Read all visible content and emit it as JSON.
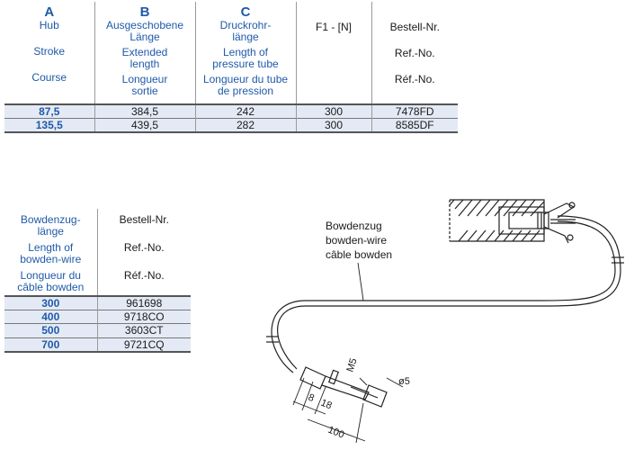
{
  "top_table": {
    "columns": [
      {
        "letter": "A",
        "de": "Hub",
        "en": "Stroke",
        "fr": "Course"
      },
      {
        "letter": "B",
        "de": "Ausgeschobene Länge",
        "en": "Extended length",
        "fr": "Longueur sortie"
      },
      {
        "letter": "C",
        "de": "Druckrohr-länge",
        "en": "Length of pressure tube",
        "fr": "Longueur du tube de pression"
      },
      {
        "letter": "",
        "de": "F1 - [N]",
        "en": "",
        "fr": ""
      },
      {
        "letter": "",
        "de": "Bestell-Nr.",
        "en": "Ref.-No.",
        "fr": "Réf.-No."
      }
    ],
    "rows": [
      [
        "87,5",
        "384,5",
        "242",
        "300",
        "7478FD"
      ],
      [
        "135,5",
        "439,5",
        "282",
        "300",
        "8585DF"
      ]
    ]
  },
  "bowden_table": {
    "header_col1": {
      "de": "Bowdenzug-länge",
      "en": "Length of bowden-wire",
      "fr": "Longueur du câble bowden"
    },
    "header_col2": {
      "de": "Bestell-Nr.",
      "en": "Ref.-No.",
      "fr": "Réf.-No."
    },
    "rows": [
      [
        "300",
        "961698"
      ],
      [
        "400",
        "9718CO"
      ],
      [
        "500",
        "3603CT"
      ],
      [
        "700",
        "9721CQ"
      ]
    ]
  },
  "drawing": {
    "label_de": "Bowdenzug",
    "label_en": "bowden-wire",
    "label_fr": "câble bowden",
    "dim_8": "8",
    "dim_18": "18",
    "dim_100": "100",
    "dim_m5": "M5",
    "dim_dia5": "ø5"
  }
}
